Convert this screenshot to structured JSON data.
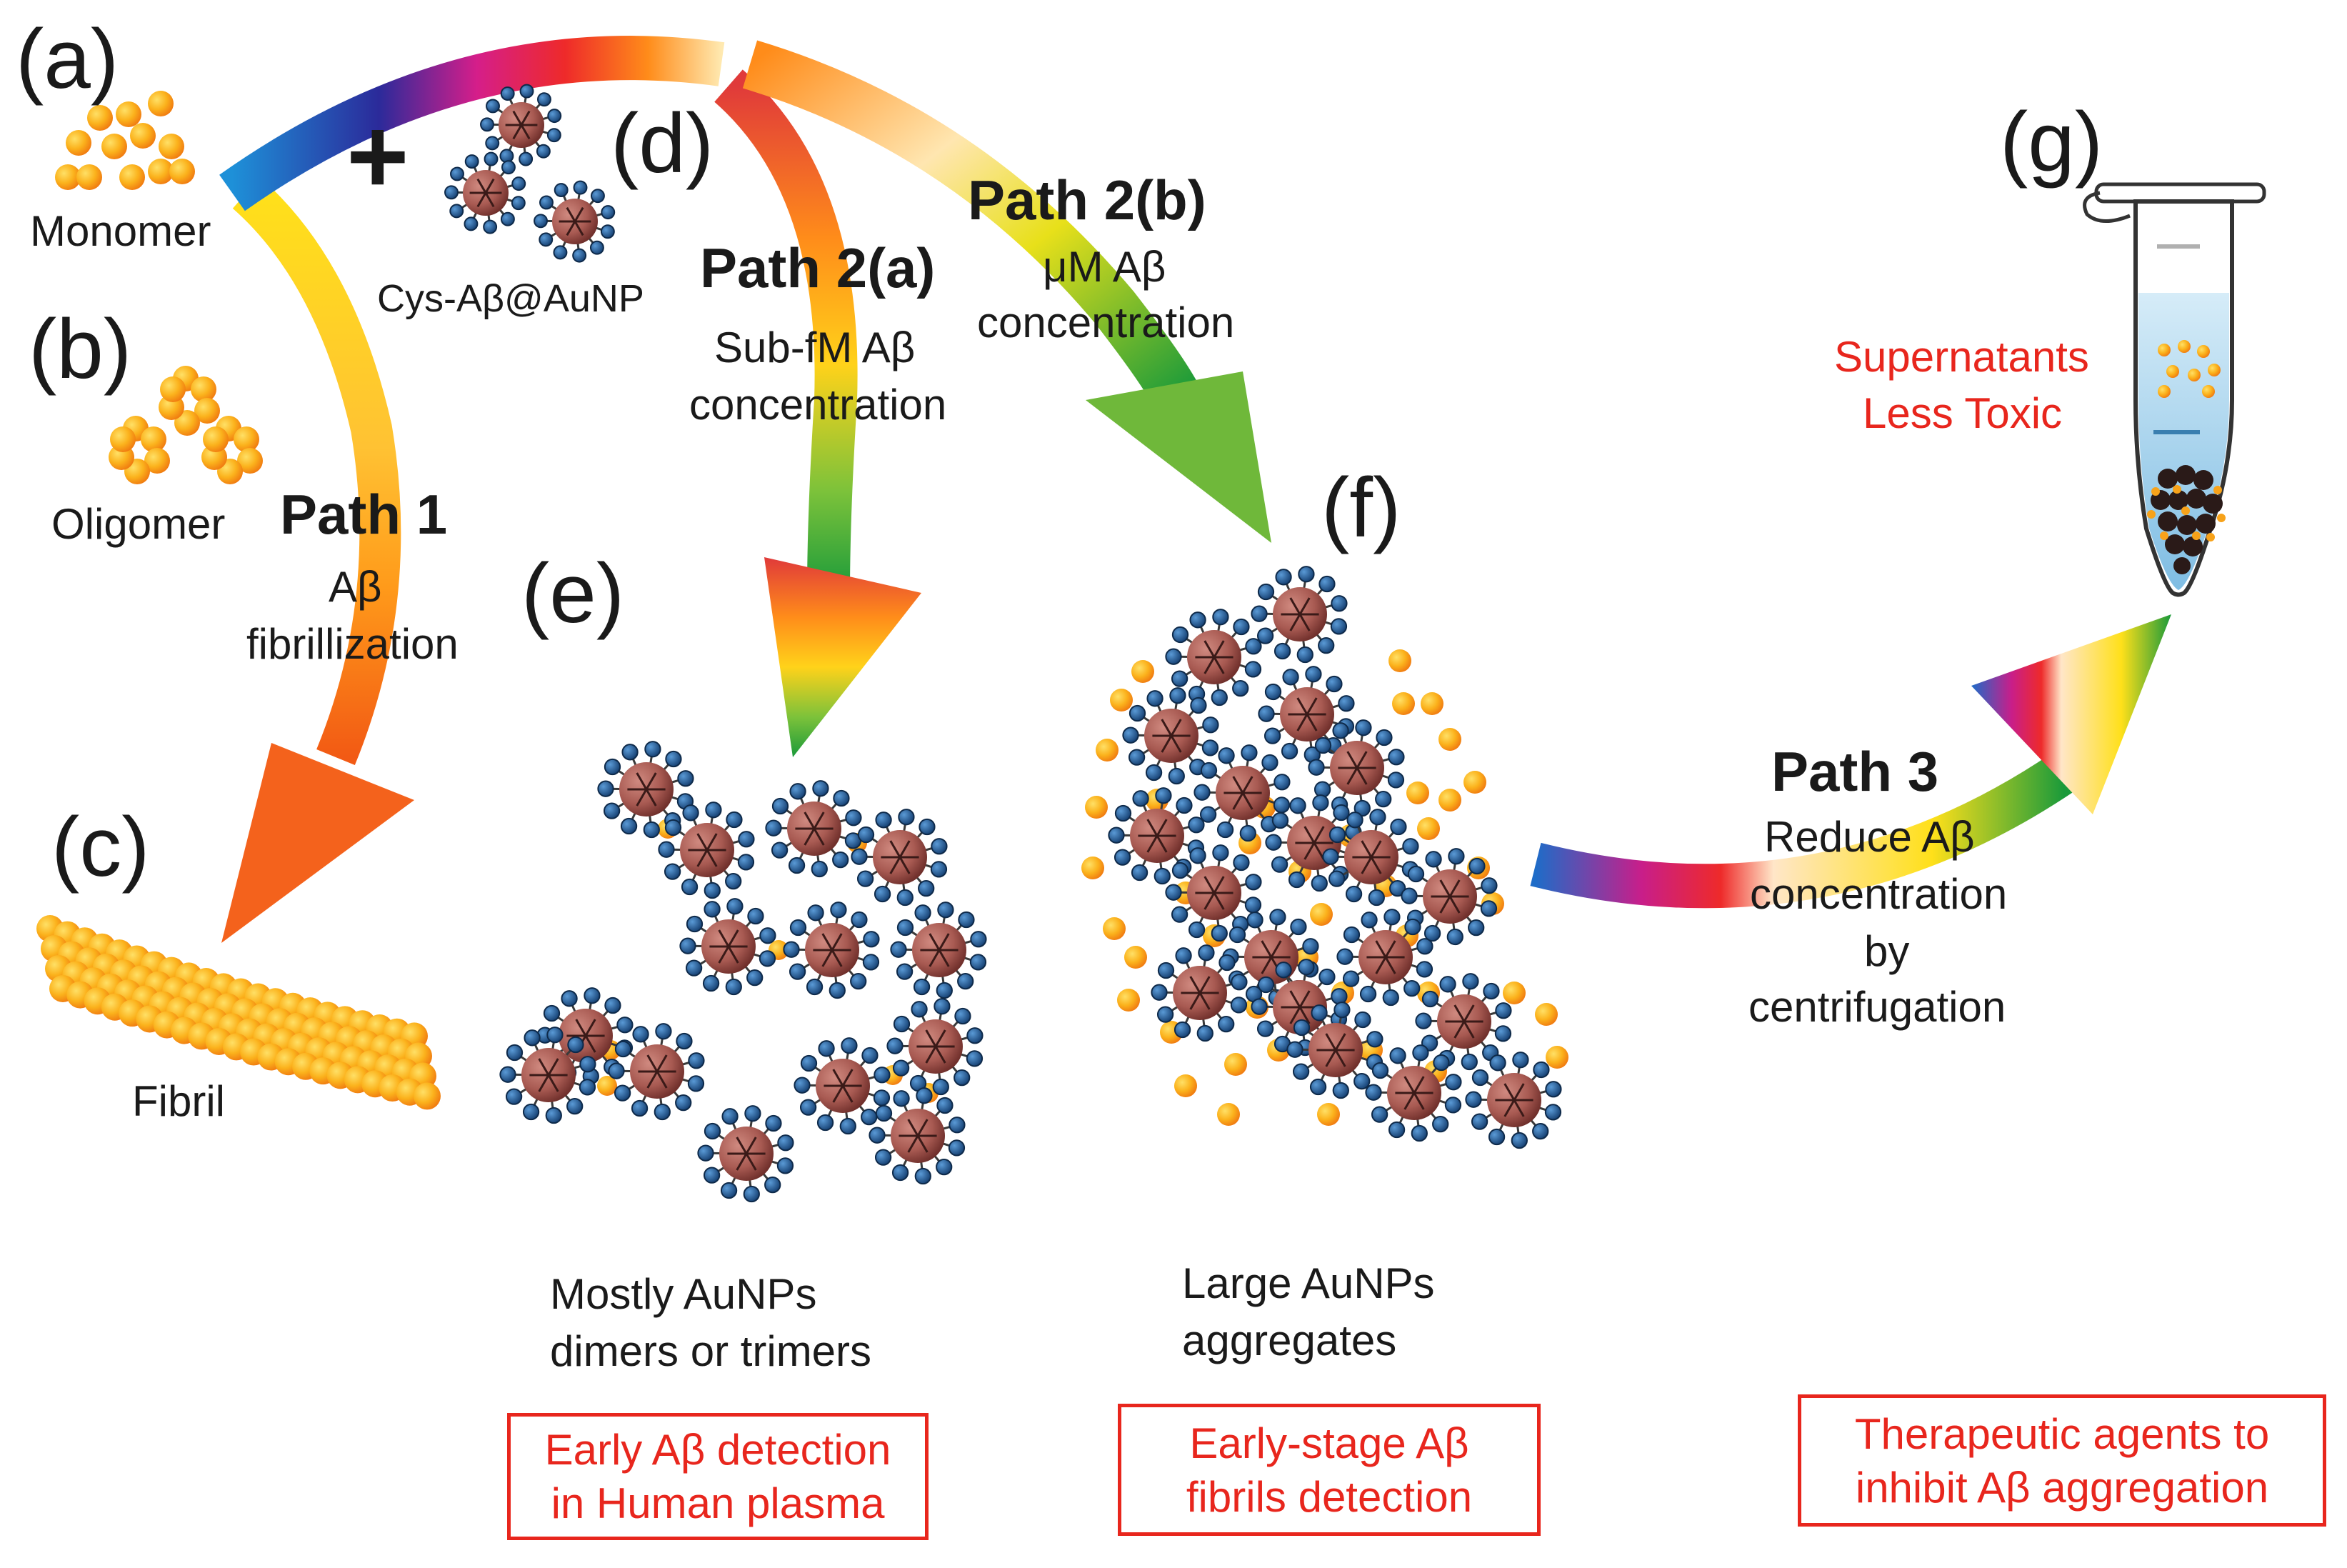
{
  "panels": {
    "a": "(a)",
    "b": "(b)",
    "c": "(c)",
    "d": "(d)",
    "e": "(e)",
    "f": "(f)",
    "g": "(g)"
  },
  "plus_sign": "+",
  "species": {
    "monomer": "Monomer",
    "oligomer": "Oligomer",
    "fibril": "Fibril",
    "cys_conjugate": "Cys-Aβ@AuNP"
  },
  "paths": {
    "path1": {
      "title": "Path 1",
      "line1": "Aβ",
      "line2": "fibrillization"
    },
    "path2a": {
      "title": "Path 2(a)",
      "line1": "Sub-fM Aβ",
      "line2": "concentration"
    },
    "path2b": {
      "title": "Path 2(b)",
      "line1": "μM Aβ",
      "line2": "concentration"
    },
    "path3": {
      "title": "Path 3",
      "line1": "Reduce Aβ",
      "line2": "concentration",
      "line3": "by",
      "line4": "centrifugation"
    }
  },
  "results": {
    "e": {
      "line1": "Mostly AuNPs",
      "line2": "dimers or trimers"
    },
    "f": {
      "line1": "Large AuNPs",
      "line2": "aggregates"
    },
    "g": {
      "line1": "Supernatants",
      "line2": "Less Toxic"
    }
  },
  "applications": {
    "e": {
      "line1": "Early Aβ detection",
      "line2": "in Human plasma"
    },
    "f": {
      "line1": "Early-stage Aβ",
      "line2": "fibrils detection"
    },
    "g": {
      "line1": "Therapeutic agents to",
      "line2": "inhibit  Aβ  aggregation"
    }
  },
  "colors": {
    "text": "#1a1a1a",
    "highlight_red": "#e8261d",
    "monomer_orange": "#f7a21a",
    "aunp_core": "#a85a52",
    "ligand_blue": "#1f5b9c",
    "tube_liquid": "#a9d3ec"
  },
  "icons": [
    "rainbow-arrow",
    "aunp-particle",
    "monomer-bead",
    "eppendorf-tube"
  ]
}
